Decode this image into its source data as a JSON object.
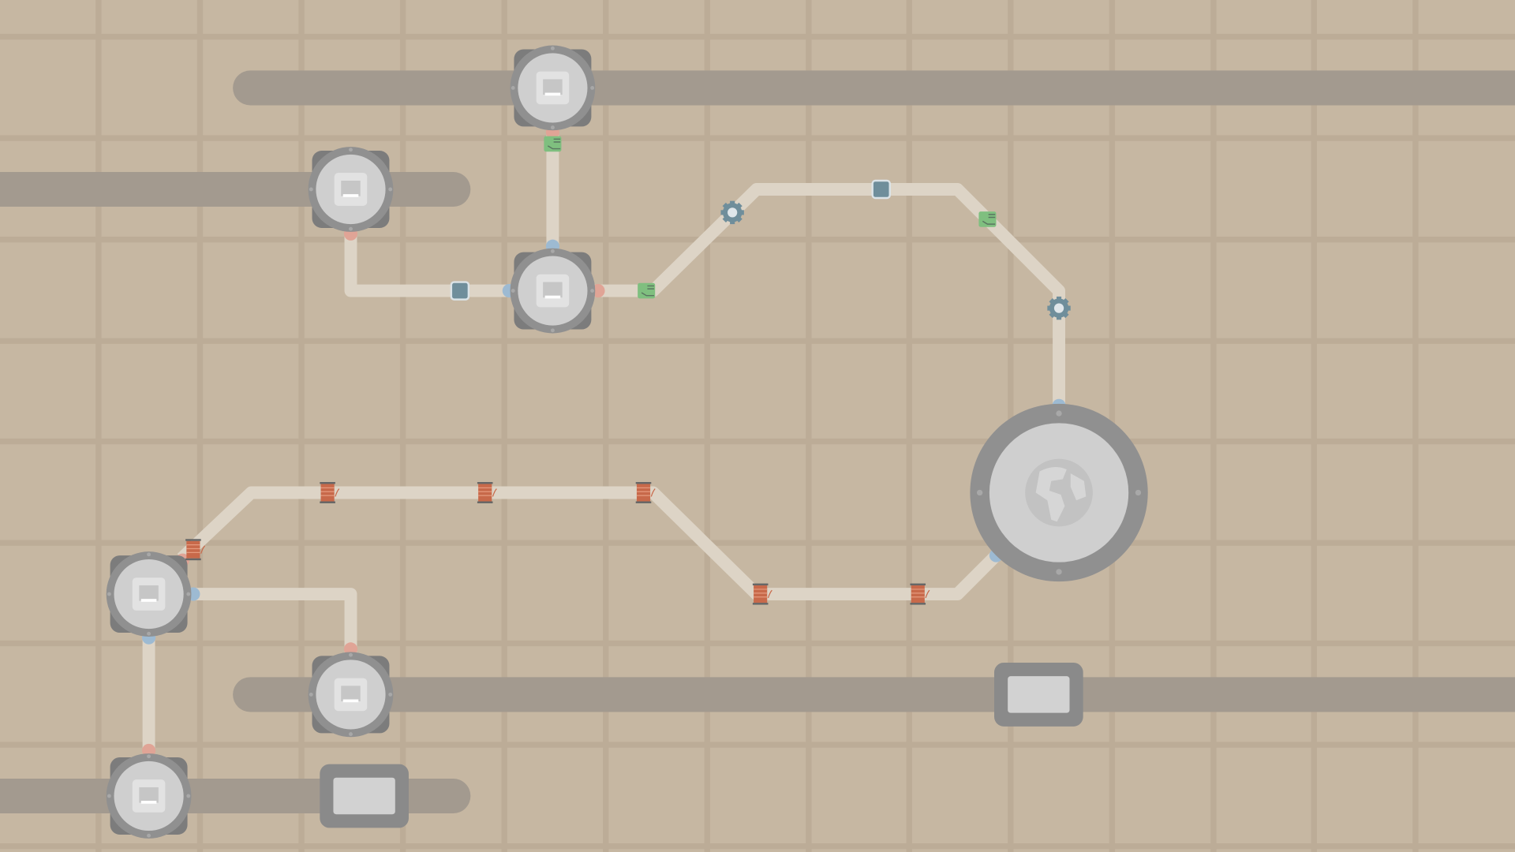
{
  "scene": {
    "background_color": "#c6b7a2",
    "conveyor_color": "#a39a8f",
    "path_color": "#ddd4c6",
    "machine_ring_color": "#909090",
    "machine_face_color": "#cfcfcf",
    "input_port_color": "#9dbad2",
    "output_port_color": "#e0a496"
  },
  "entities": {
    "conveyors": 4,
    "machines": 6,
    "hub": {
      "icon": "globe-icon"
    },
    "crates": 2,
    "items": [
      {
        "type": "gear",
        "color": "#6f8e9b"
      },
      {
        "type": "metal-block",
        "color": "#6f8e9b"
      },
      {
        "type": "circuit-chip",
        "color": "#7fbf7f"
      },
      {
        "type": "copper-spool",
        "color": "#c8694a"
      }
    ]
  }
}
